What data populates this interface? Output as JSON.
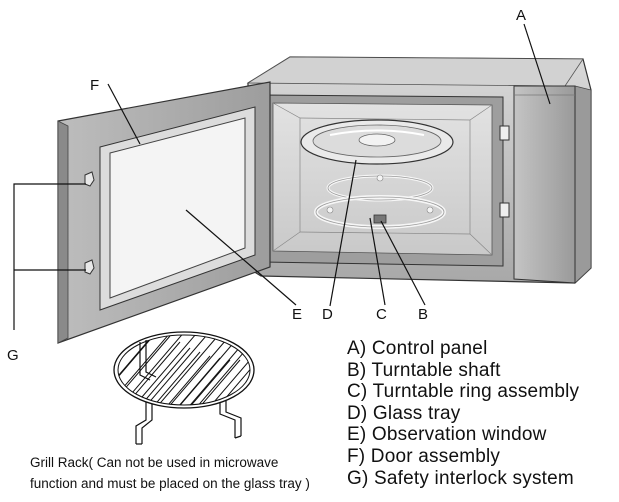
{
  "callouts": {
    "a": "A",
    "b": "B",
    "c": "C",
    "d": "D",
    "e": "E",
    "f": "F",
    "g": "G"
  },
  "legend": [
    "A) Control panel",
    "B) Turntable shaft",
    "C) Turntable ring assembly",
    "D) Glass tray",
    "E) Observation window",
    "F) Door assembly",
    "G) Safety interlock system"
  ],
  "grill_rack_caption": {
    "line1": "Grill Rack( Can not be used in microwave",
    "line2": "function and must be placed on the glass tray )"
  },
  "colors": {
    "body_gray": "#b9b9b9",
    "body_dark": "#8f8f8f",
    "cavity": "#d6d6d6",
    "outline": "#333333"
  }
}
